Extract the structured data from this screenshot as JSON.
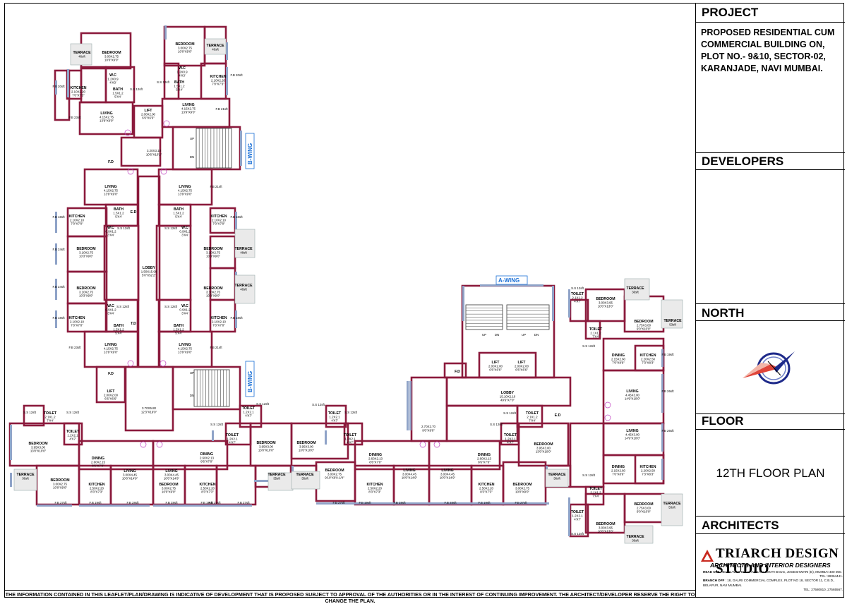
{
  "title_block": {
    "project_heading": "PROJECT",
    "project_lines": [
      "PROPOSED RESIDENTIAL CUM",
      "COMMERCIAL BUILDING ON,",
      "PLOT NO.- 9&10, SECTOR-02,",
      "KARANJADE, NAVI MUMBAI."
    ],
    "developers_heading": "DEVELOPERS",
    "north_heading": "NORTH",
    "floor_heading": "FLOOR",
    "floor_name": "12TH FLOOR PLAN",
    "architects_heading": "ARCHITECTS",
    "studio_name": "TRIARCH DESIGN STUDIO",
    "studio_tagline": "ARCHITECTS AND INTERIOR DESIGNERS",
    "head_off_label": "HEAD OFF",
    "head_off_address": ": BHAGAVATI BHUVAN, SARASWATI BAUG, JOGESHWARI (E), MUMBAI 400 060.",
    "head_off_tel": "TEL: 28364441.",
    "branch_off_label": "BRANCH OFF",
    "branch_off_address": ": 18, GAURI COMMERCIAL COMPLEX, PLOT NO 18, SECTOR 11, C.B.D., BELAPUR, NAVI MUMBAI.",
    "branch_off_tel": "TEL: 27580810 ,27565567."
  },
  "disclaimer": "THE INFORMATION CONTAINED IN THIS LEAFLET/PLAN/DRAWING IS INDICATIVE OF DEVELOPMENT THAT IS PROPOSED SUBJECT TO APPROVAL OF THE AUTHORITIES OR IN THE INTEREST OF CONTINUING IMPROVEMENT. THE ARCHITECT/DEVELOPER RESERVE THE RIGHT TO CHANGE THE PLAN.",
  "wing_labels": [
    "B-WING",
    "B-WING",
    "A-WING"
  ],
  "colors": {
    "wall": "#8b1a3c",
    "window": "#8fa3c8",
    "wing_label": "#1a6fd6",
    "door_tag": "#c040c0"
  },
  "rooms": [
    {
      "name": "BEDROOM",
      "dim": "3.00X2.75",
      "imp": "10'0\"X9'0\""
    },
    {
      "name": "BEDROOM",
      "dim": "3.00X2.75",
      "imp": "10'0\"X9'0\""
    },
    {
      "name": "TERRACE",
      "dim": "46sft",
      "imp": ""
    },
    {
      "name": "TERRACE",
      "dim": "46sft",
      "imp": ""
    },
    {
      "name": "KITCHEN",
      "dim": "2.10X2.20",
      "imp": "7'0\"X7'3\""
    },
    {
      "name": "KITCHEN",
      "dim": "2.10X2.20",
      "imp": "7'0\"X7'3\""
    },
    {
      "name": "W.C",
      "dim": "1.2X0.9",
      "imp": "4'X3'"
    },
    {
      "name": "W.C",
      "dim": "1.2X0.9",
      "imp": "4'X3'"
    },
    {
      "name": "BATH",
      "dim": "1.5X1.2",
      "imp": "5'X4'"
    },
    {
      "name": "BATH",
      "dim": "1.5X1.2",
      "imp": "5'X4'"
    },
    {
      "name": "LIVING",
      "dim": "4.15X2.75",
      "imp": "13'9\"X9'0\""
    },
    {
      "name": "LIVING",
      "dim": "4.15X2.75",
      "imp": "13'9\"X9'0\""
    },
    {
      "name": "LIFT",
      "dim": "2.00X2.00",
      "imp": "6'6\"X6'6\""
    },
    {
      "name": "F.D",
      "dim": "",
      "imp": ""
    },
    {
      "name": "",
      "dim": "3.20X3.10",
      "imp": "10'6\"X10'2\""
    },
    {
      "name": "LIVING",
      "dim": "4.15X2.75",
      "imp": "13'9\"X9'0\""
    },
    {
      "name": "LIVING",
      "dim": "4.15X2.75",
      "imp": "13'9\"X9'0\""
    },
    {
      "name": "KITCHEN",
      "dim": "2.10X2.10",
      "imp": "7'0\"X7'0\""
    },
    {
      "name": "KITCHEN",
      "dim": "2.10X2.10",
      "imp": "7'0\"X7'0\""
    },
    {
      "name": "BATH",
      "dim": "1.5X1.2",
      "imp": "5'X4'"
    },
    {
      "name": "BATH",
      "dim": "1.5X1.2",
      "imp": "5'X4'"
    },
    {
      "name": "E.D",
      "dim": "",
      "imp": ""
    },
    {
      "name": "W.C",
      "dim": "0.9X1.2",
      "imp": "3'X4'"
    },
    {
      "name": "W.C",
      "dim": "0.9X1.2",
      "imp": "3'X4'"
    },
    {
      "name": "BEDROOM",
      "dim": "3.10X2.75",
      "imp": "10'3\"X9'0\""
    },
    {
      "name": "BEDROOM",
      "dim": "3.10X2.75",
      "imp": "10'3\"X9'0\""
    },
    {
      "name": "LOBBY",
      "dim": "1.50X15.90",
      "imp": "5'0\"X52'2\""
    },
    {
      "name": "TERRACE",
      "dim": "48sft",
      "imp": ""
    },
    {
      "name": "BEDROOM",
      "dim": "3.10X2.75",
      "imp": "10'3\"X9'0\""
    },
    {
      "name": "BEDROOM",
      "dim": "3.10X2.75",
      "imp": "10'3\"X9'0\""
    },
    {
      "name": "TERRACE",
      "dim": "48sft",
      "imp": ""
    },
    {
      "name": "W.C",
      "dim": "0.9X1.2",
      "imp": "3'X4'"
    },
    {
      "name": "W.C",
      "dim": "0.9X1.2",
      "imp": "3'X4'"
    },
    {
      "name": "KITCHEN",
      "dim": "2.10X2.10",
      "imp": "7'0\"X7'0\""
    },
    {
      "name": "KITCHEN",
      "dim": "2.10X2.10",
      "imp": "7'0\"X7'0\""
    },
    {
      "name": "BATH",
      "dim": "1.5X1.2",
      "imp": "5'X4'"
    },
    {
      "name": "BATH",
      "dim": "1.5X1.2",
      "imp": "5'X4'"
    },
    {
      "name": "T.D",
      "dim": "",
      "imp": ""
    },
    {
      "name": "LIVING",
      "dim": "4.15X2.75",
      "imp": "13'9\"X9'0\""
    },
    {
      "name": "LIVING",
      "dim": "4.15X2.75",
      "imp": "13'9\"X9'0\""
    },
    {
      "name": "F.D",
      "dim": "",
      "imp": ""
    },
    {
      "name": "LIFT",
      "dim": "2.00X2.00",
      "imp": "6'6\"X6'6\""
    },
    {
      "name": "",
      "dim": "3.70X5.80",
      "imp": "12'3\"X19'0\""
    },
    {
      "name": "TOILET",
      "dim": "2.1X1.2",
      "imp": "7'X4'"
    },
    {
      "name": "TOILET",
      "dim": "1.2X2.1",
      "imp": "4'X7'"
    },
    {
      "name": "BEDROOM",
      "dim": "3.95X3.00",
      "imp": "13'0\"X10'0\""
    },
    {
      "name": "DINING",
      "dim": "2.60X2.15",
      "imp": "8'6\"X7'0\""
    },
    {
      "name": "LIVING",
      "dim": "3.00X4.45",
      "imp": "10'0\"X14'9\""
    },
    {
      "name": "BEDROOM",
      "dim": "3.00X2.75",
      "imp": "10'0\"X9'0\""
    },
    {
      "name": "KITCHEN",
      "dim": "2.50X2.20",
      "imp": "8'3\"X7'3\""
    },
    {
      "name": "TERRACE",
      "dim": "36sft",
      "imp": ""
    },
    {
      "name": "LIVING",
      "dim": "3.00X4.45",
      "imp": "10'0\"X14'9\""
    },
    {
      "name": "DINING",
      "dim": "2.60X2.13",
      "imp": "8'6\"X7'0\""
    },
    {
      "name": "KITCHEN",
      "dim": "2.50X2.20",
      "imp": "8'3\"X7'3\""
    },
    {
      "name": "BEDROOM",
      "dim": "3.00X2.75",
      "imp": "10'0\"X9'0\""
    },
    {
      "name": "TOILET",
      "dim": "1.2X2.1",
      "imp": "4'X7'"
    },
    {
      "name": "TOILET",
      "dim": "1.2X2.1",
      "imp": "4'X7'"
    },
    {
      "name": "BEDROOM",
      "dim": "3.95X3.00",
      "imp": "13'0\"X10'0\""
    },
    {
      "name": "TERRACE",
      "dim": "35sft",
      "imp": ""
    },
    {
      "name": "TERRACE",
      "dim": "35sft",
      "imp": ""
    },
    {
      "name": "BEDROOM",
      "dim": "3.95X3.00",
      "imp": "13'0\"X10'0\""
    },
    {
      "name": "TOILET",
      "dim": "1.2X2.1",
      "imp": "4'X7'"
    },
    {
      "name": "TOILET",
      "dim": "1.2X2.1",
      "imp": "4'X7'"
    },
    {
      "name": "DINING",
      "dim": "2.60X2.13",
      "imp": "8'6\"X7'0\""
    },
    {
      "name": "BEDROOM",
      "dim": "3.00X2.75",
      "imp": "9'10\"X9'0-1/4\""
    },
    {
      "name": "KITCHEN",
      "dim": "2.50X2.20",
      "imp": "8'3\"X7'3\""
    },
    {
      "name": "LIVING",
      "dim": "3.00X4.45",
      "imp": "10'0\"X14'9\""
    },
    {
      "name": "",
      "dim": "2.70X2.70",
      "imp": "9'0\"X9'0\""
    },
    {
      "name": "LIVING",
      "dim": "3.00X4.45",
      "imp": "10'0\"X14'9\""
    },
    {
      "name": "DINING",
      "dim": "2.60X2.13",
      "imp": "8'6\"X7'0\""
    },
    {
      "name": "KITCHEN",
      "dim": "2.50X2.20",
      "imp": "8'3\"X7'3\""
    },
    {
      "name": "BEDROOM",
      "dim": "3.00X2.75",
      "imp": "10'0\"X9'0\""
    },
    {
      "name": "TOILET",
      "dim": "1.2X2.1",
      "imp": "4'X7'"
    },
    {
      "name": "TOILET",
      "dim": "2.1X1.2",
      "imp": "7'X4'"
    },
    {
      "name": "E.D",
      "dim": "",
      "imp": ""
    },
    {
      "name": "BEDROOM",
      "dim": "3.95X3.00",
      "imp": "13'0\"X10'0\""
    },
    {
      "name": "TERRACE",
      "dim": "36sft",
      "imp": ""
    },
    {
      "name": "LOBBY",
      "dim": "15.10X2.10",
      "imp": "49'6\"X7'0\""
    },
    {
      "name": "LIFT",
      "dim": "2.00X2.00",
      "imp": "6'6\"X6'6\""
    },
    {
      "name": "LIFT",
      "dim": "2.00X2.00",
      "imp": "6'6\"X6'6\""
    },
    {
      "name": "F.D",
      "dim": "",
      "imp": ""
    },
    {
      "name": "BEDROOM",
      "dim": "3.00X3.95",
      "imp": "10'0\"X13'0\""
    },
    {
      "name": "TERRACE",
      "dim": "36sft",
      "imp": ""
    },
    {
      "name": "TOILET",
      "dim": "2.1X1.2",
      "imp": "4'X7'"
    },
    {
      "name": "BEDROOM",
      "dim": "2.75X3.00",
      "imp": "9'0\"X10'0\""
    },
    {
      "name": "TOILET",
      "dim": "2.1X1.2",
      "imp": "7'X4'"
    },
    {
      "name": "TERRACE",
      "dim": "53sft",
      "imp": ""
    },
    {
      "name": "DINING",
      "dim": "2.15X2.60",
      "imp": "7'0\"X8'6\""
    },
    {
      "name": "KITCHEN",
      "dim": "2.20X2.50",
      "imp": "7'3\"X8'3\""
    },
    {
      "name": "LIVING",
      "dim": "4.45X3.00",
      "imp": "14'9\"X10'0\""
    },
    {
      "name": "LIVING",
      "dim": "4.45X3.00",
      "imp": "14'9\"X10'0\""
    },
    {
      "name": "DINING",
      "dim": "2.15X2.60",
      "imp": "7'0\"X8'6\""
    },
    {
      "name": "KITCHEN",
      "dim": "2.20X2.50",
      "imp": "7'3\"X8'3\""
    },
    {
      "name": "TOILET",
      "dim": "2.1X1.2",
      "imp": "7'X4'"
    },
    {
      "name": "BEDROOM",
      "dim": "2.75X3.00",
      "imp": "9'0\"X10'0\""
    },
    {
      "name": "TERRACE",
      "dim": "53sft",
      "imp": ""
    },
    {
      "name": "TOILET",
      "dim": "1.2X2.1",
      "imp": "4'X7'"
    },
    {
      "name": "BEDROOM",
      "dim": "3.00X3.95",
      "imp": "10'0\"X13'0\""
    },
    {
      "name": "TERRACE",
      "dim": "36sft",
      "imp": ""
    }
  ],
  "small_tags": [
    "F.B 20sft",
    "S.S 12sft",
    "F.B 23sft",
    "F.B 21sft",
    "F.B 18sft",
    "F.B 24sft",
    "F.B 27sft",
    "F.B 19sft",
    "F.B 28sft",
    "F.B 26sft",
    "UP",
    "DN"
  ]
}
